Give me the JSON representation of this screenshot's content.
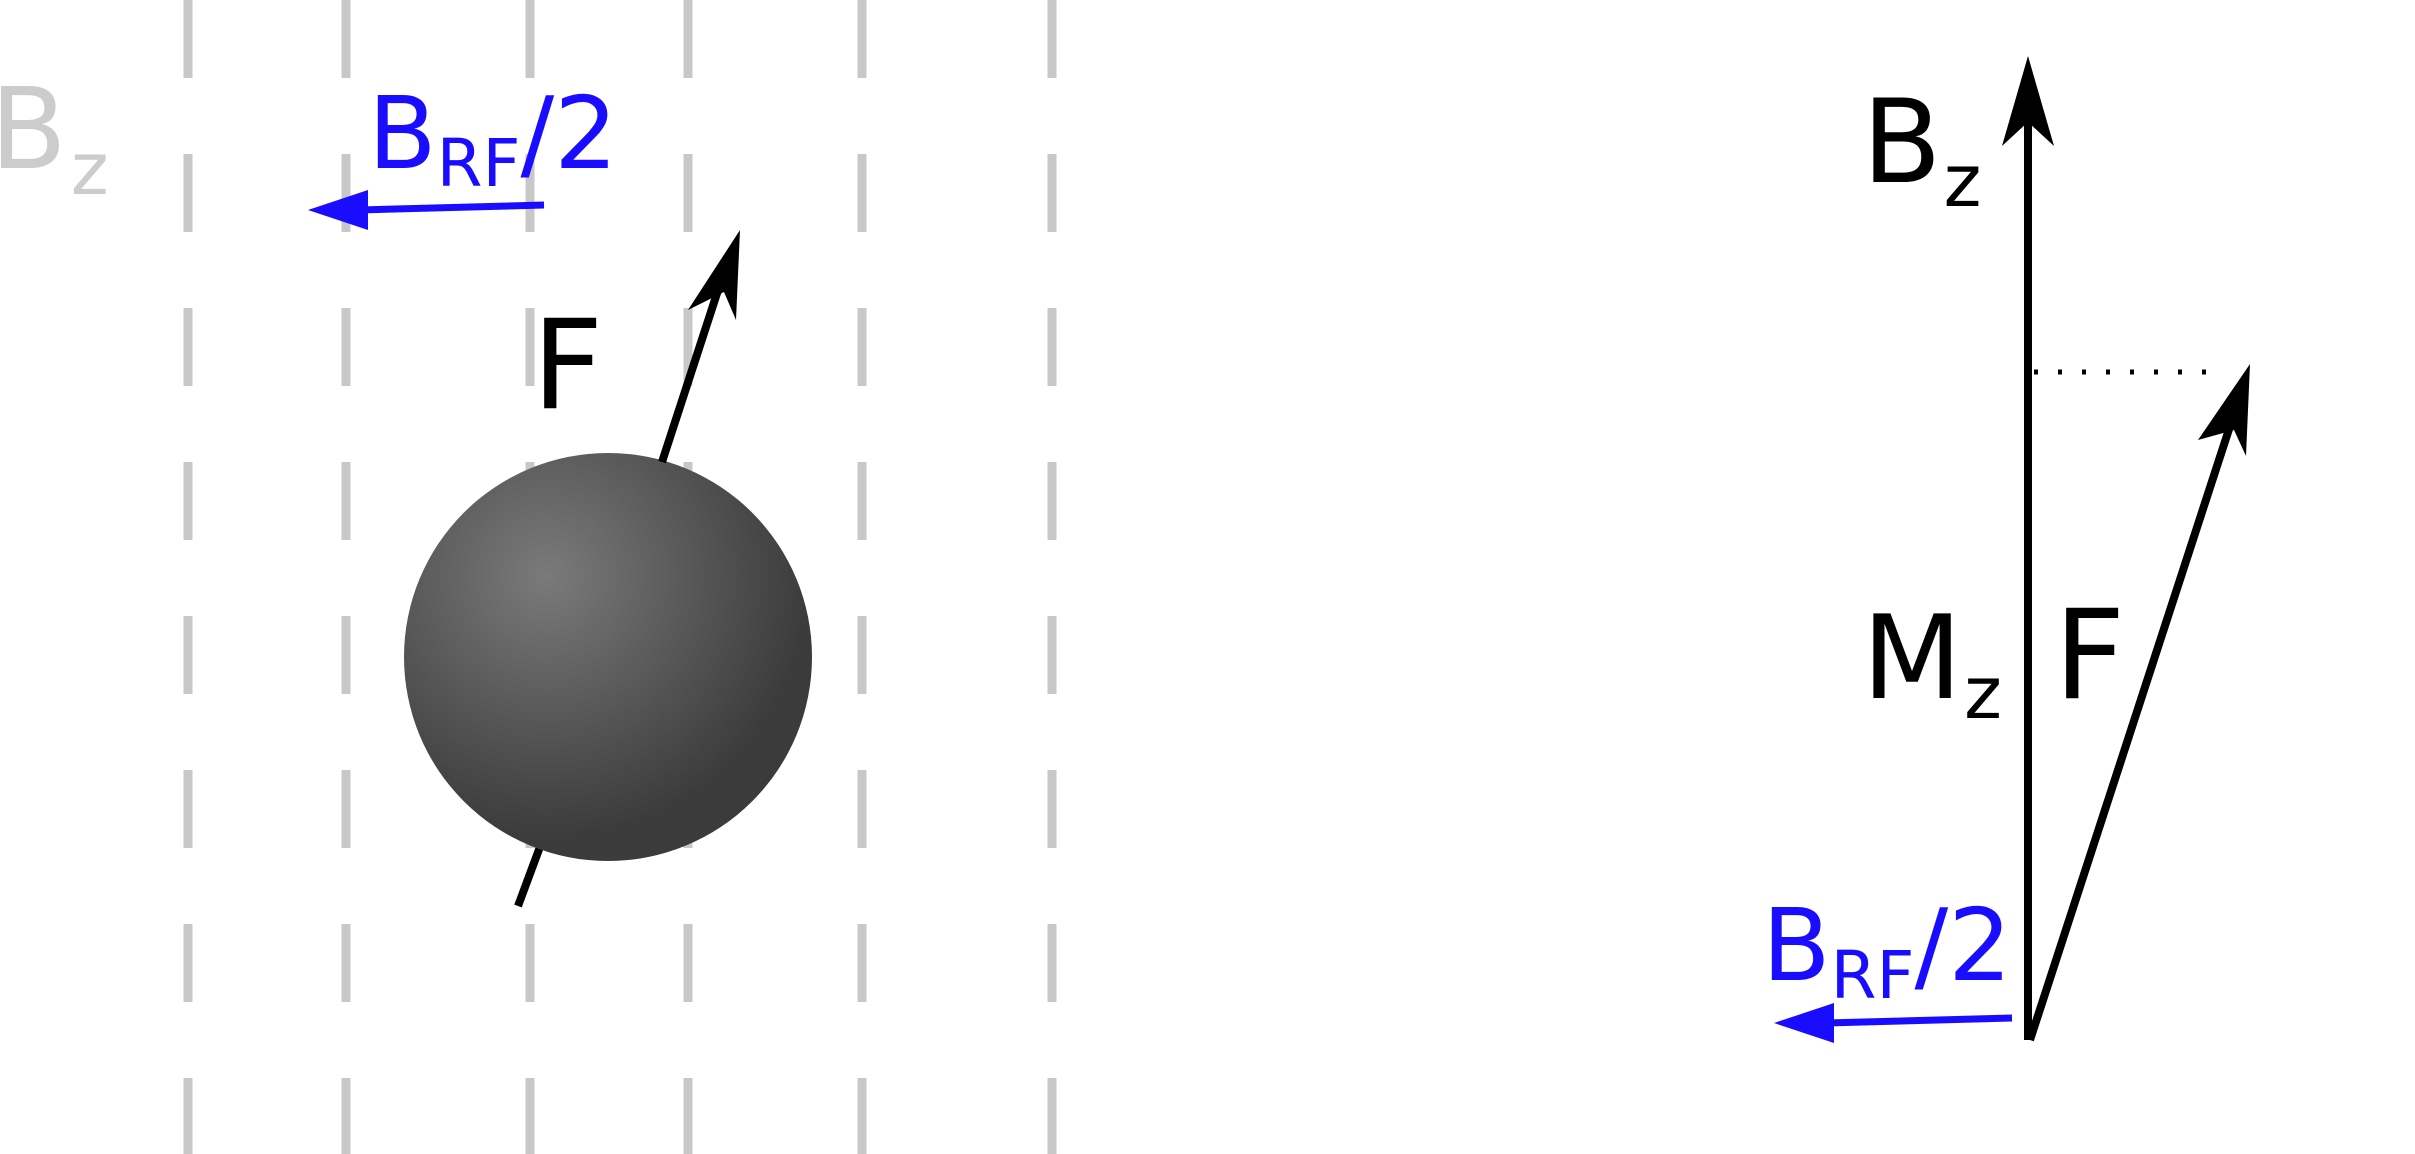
{
  "colors": {
    "field_lines": "#c8c8c8",
    "bz_label_faded": "#cccccc",
    "rf_blue": "#1a0dff",
    "ink": "#000000",
    "sphere_light": "#7a7a7a",
    "sphere_dark": "#3b3b3b"
  },
  "left_panel": {
    "bz_main": "B",
    "bz_sub": "z",
    "brf_main": "B",
    "brf_sub": "RF",
    "brf_suffix": "/2",
    "f_label": "F"
  },
  "right_panel": {
    "bz_main": "B",
    "bz_sub": "z",
    "mz_main": "M",
    "mz_sub": "z",
    "f_label": "F",
    "brf_main": "B",
    "brf_sub": "RF",
    "brf_suffix": "/2"
  }
}
